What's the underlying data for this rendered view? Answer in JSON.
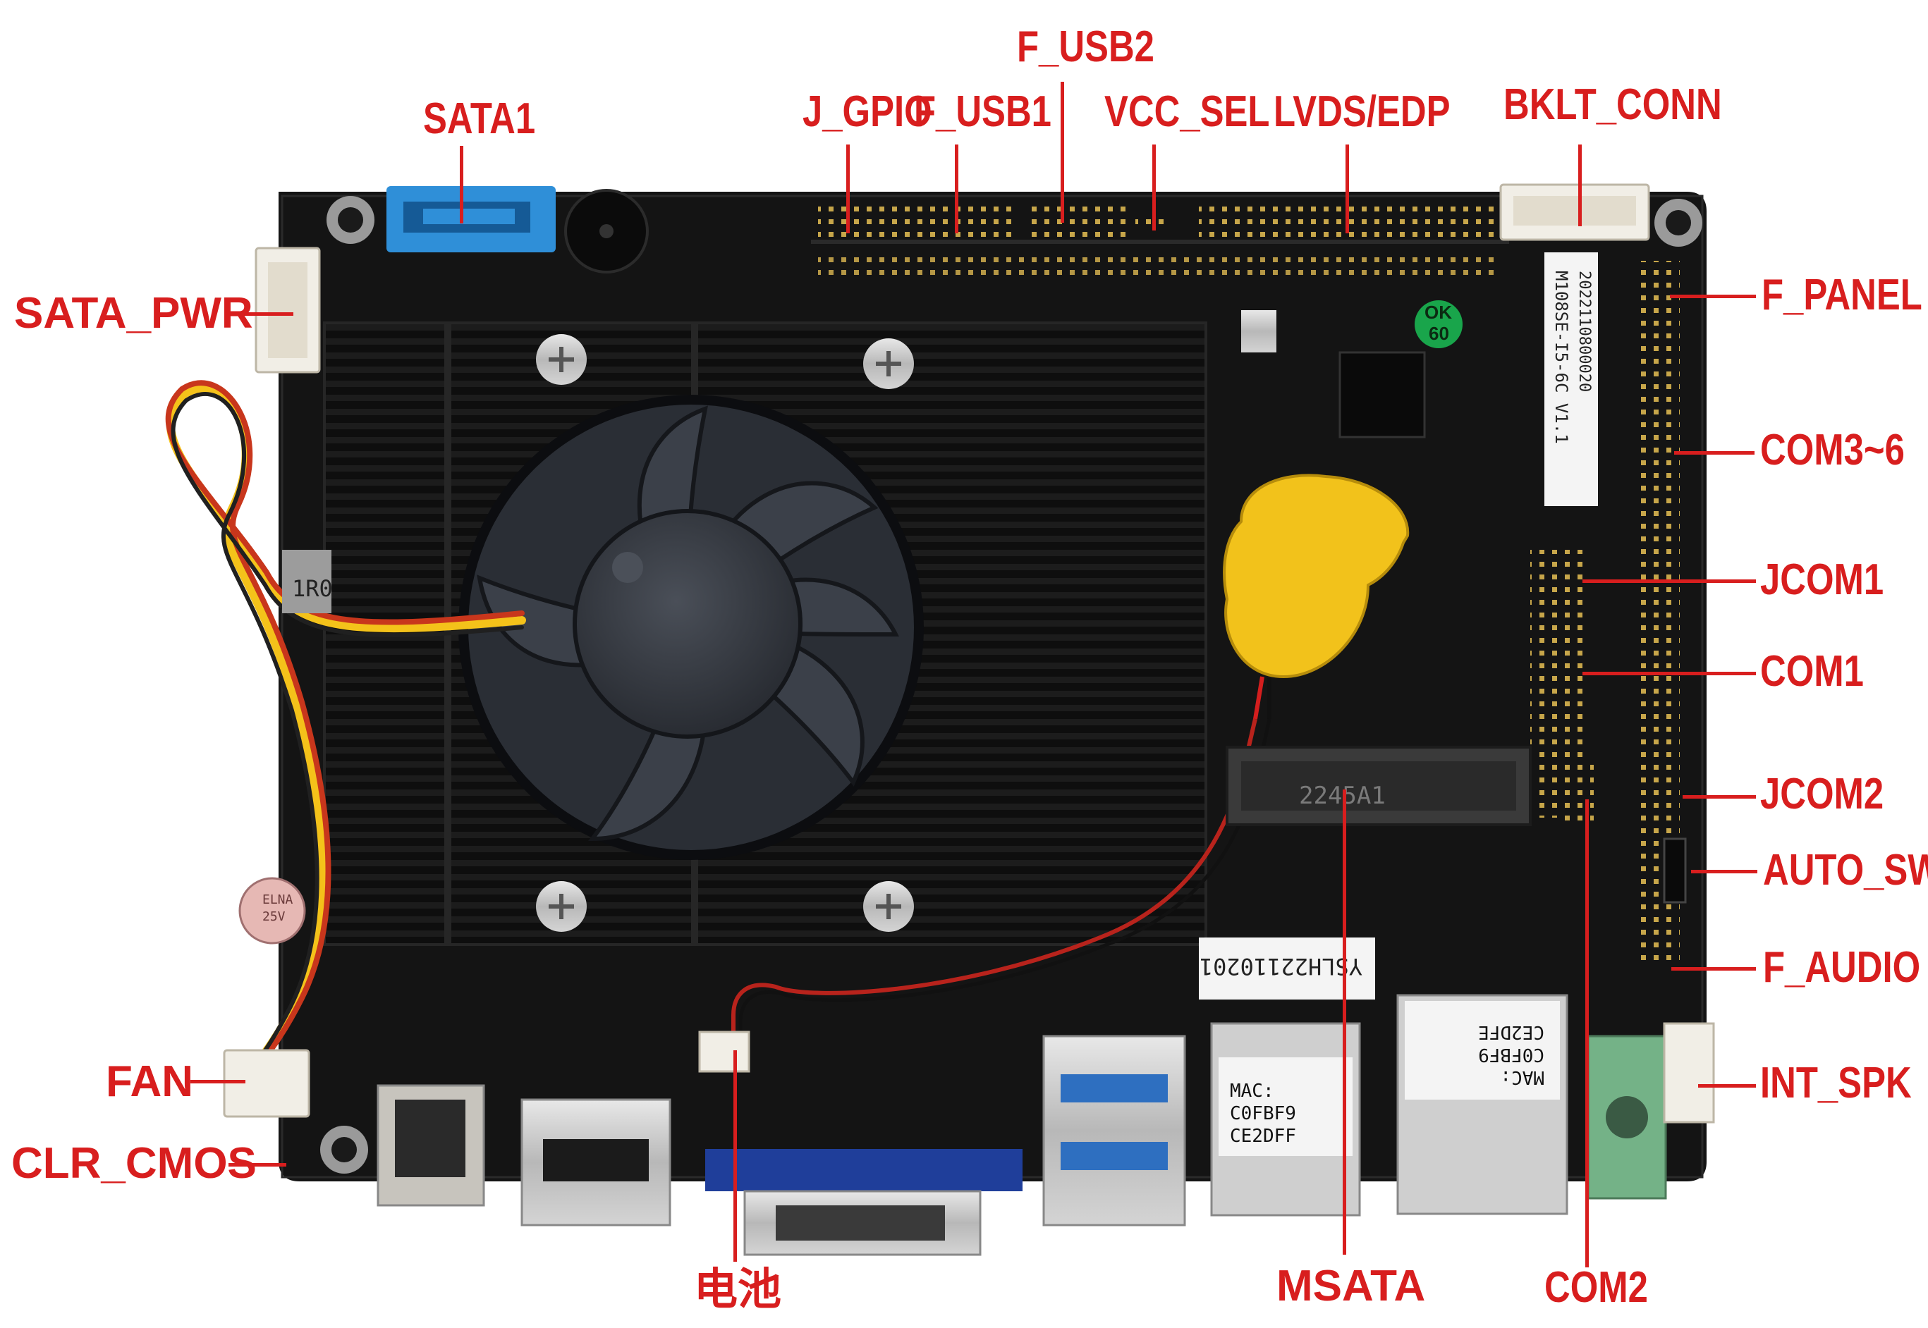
{
  "labels": {
    "sata1": "SATA1",
    "f_usb2": "F_USB2",
    "j_gpio": "J_GPIO",
    "f_usb1": "F_USB1",
    "vcc_sel": "VCC_SEL",
    "lvds_edp": "LVDS/EDP",
    "bklt_conn": "BKLT_CONN",
    "sata_pwr": "SATA_PWR",
    "f_panel": "F_PANEL",
    "com3_6": "COM3~6",
    "jcom1": "JCOM1",
    "com1": "COM1",
    "jcom2": "JCOM2",
    "auto_sw": "AUTO_SW",
    "f_audio": "F_AUDIO",
    "int_spk": "INT_SPK",
    "fan": "FAN",
    "clr_cmos": "CLR_CMOS",
    "battery": "电池",
    "msata": "MSATA",
    "com2": "COM2"
  },
  "board_text": {
    "model_sticker": "M108SE-I5-6C V1.1",
    "serial_sticker": "2022110800020",
    "ok_sticker_top": "OK",
    "ok_sticker_bottom": "60",
    "lot_sticker": "YSLH22110201",
    "mac1_line1": "MAC:",
    "mac1_line2": "C0FBF9",
    "mac1_line3": "CE2DFF",
    "mac2_line1": "MAC:",
    "mac2_line2": "C0FBF9",
    "mac2_line3": "CE2DFE",
    "capacitor_line1": "ELNA",
    "capacitor_line2": "25V",
    "msata_silk": "2245A1",
    "inductor": "1R0"
  },
  "colors": {
    "label_red": "#d81e1e",
    "pcb_black": "#151515",
    "sata_blue": "#2f8fd8",
    "battery_yellow": "#f2c21b",
    "vga_blue": "#1f3e9a",
    "audio_green": "#74b287",
    "connector_white": "#f1eee6"
  }
}
